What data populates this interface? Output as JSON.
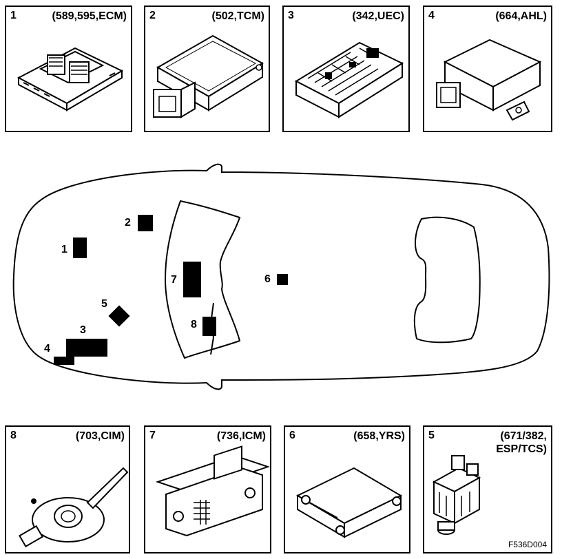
{
  "diagram": {
    "top_panels": [
      {
        "number": "1",
        "code": "(589,595,ECM)",
        "icon": "ecm-module-icon"
      },
      {
        "number": "2",
        "code": "(502,TCM)",
        "icon": "tcm-module-icon"
      },
      {
        "number": "3",
        "code": "(342,UEC)",
        "icon": "uec-fusebox-icon"
      },
      {
        "number": "4",
        "code": "(664,AHL)",
        "icon": "ahl-module-icon"
      }
    ],
    "bottom_panels": [
      {
        "number": "8",
        "code": "(703,CIM)",
        "icon": "cim-switch-icon"
      },
      {
        "number": "7",
        "code": "(736,ICM)",
        "icon": "icm-head-unit-icon"
      },
      {
        "number": "6",
        "code": "(658,YRS)",
        "icon": "yrs-sensor-icon"
      },
      {
        "number": "5",
        "code": "(671/382,\nESP/TCS)",
        "icon": "esp-tcs-unit-icon",
        "figure_id": "F536D004"
      }
    ],
    "car_callouts": [
      "1",
      "2",
      "3",
      "4",
      "5",
      "6",
      "7",
      "8"
    ]
  }
}
